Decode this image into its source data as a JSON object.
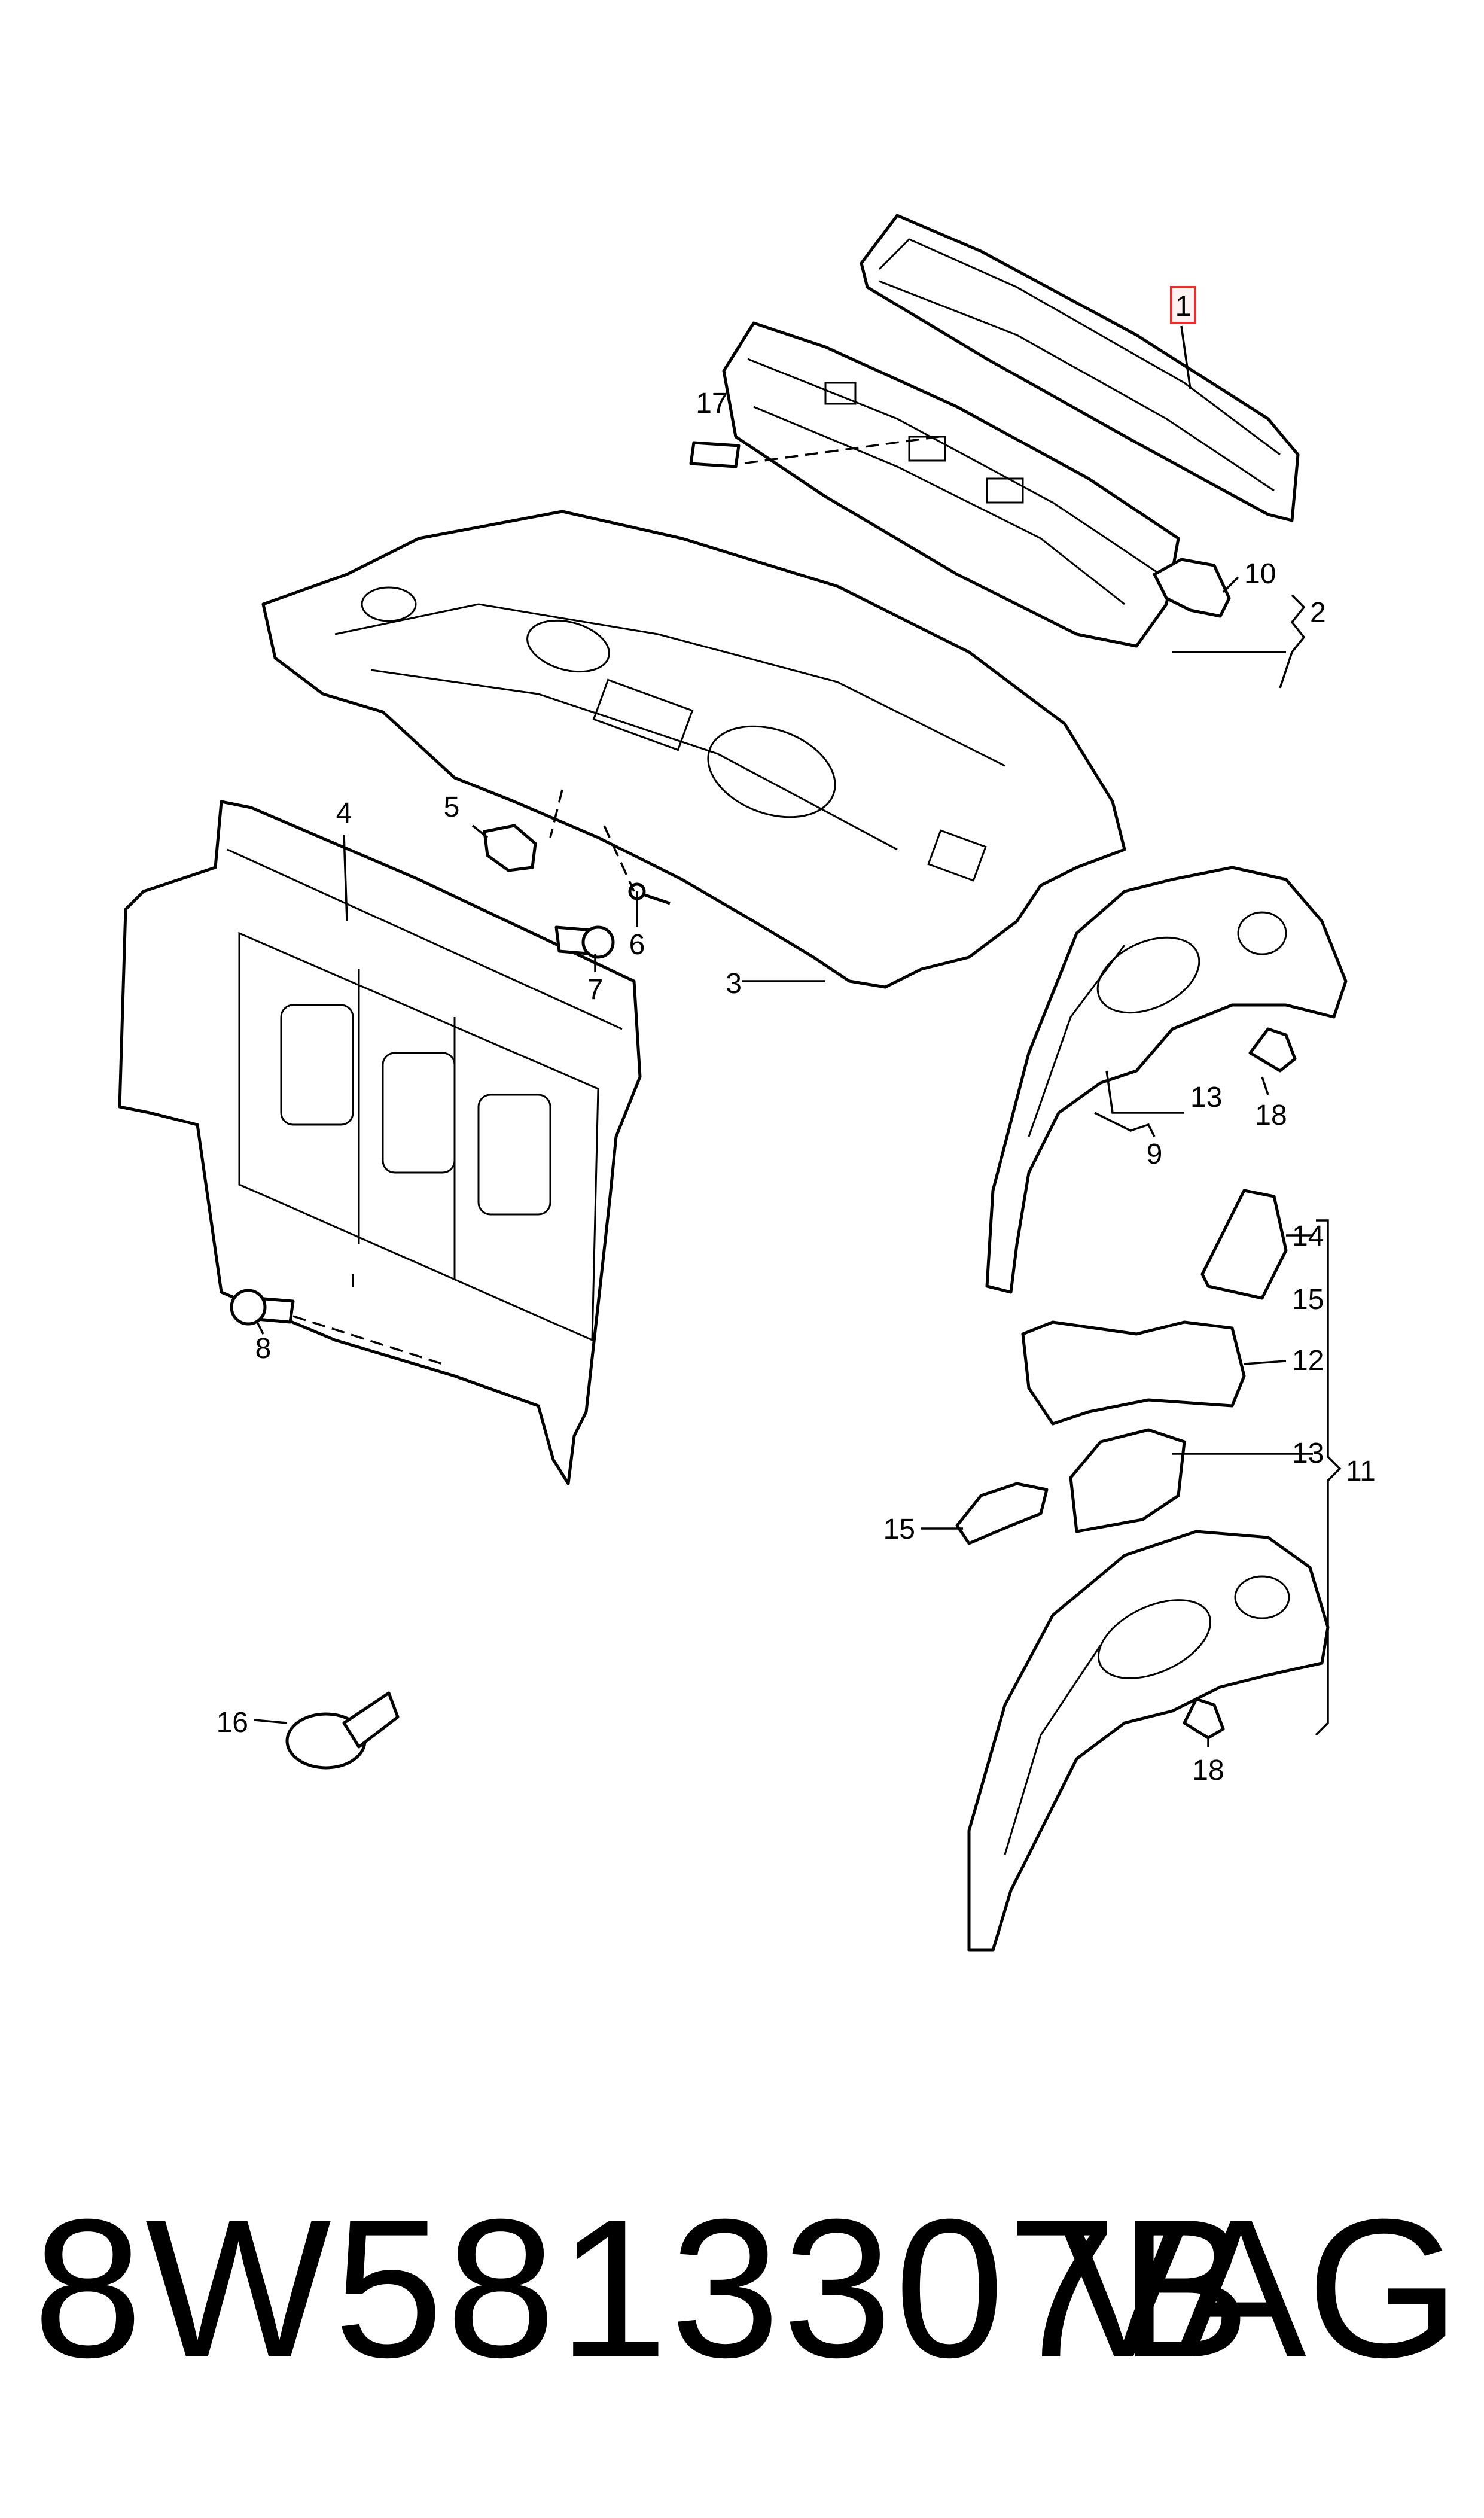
{
  "callouts": [
    {
      "id": "1",
      "label": "1",
      "highlighted": true
    },
    {
      "id": "2",
      "label": "2"
    },
    {
      "id": "3",
      "label": "3"
    },
    {
      "id": "4",
      "label": "4"
    },
    {
      "id": "5",
      "label": "5"
    },
    {
      "id": "6",
      "label": "6"
    },
    {
      "id": "7",
      "label": "7"
    },
    {
      "id": "8",
      "label": "8"
    },
    {
      "id": "9",
      "label": "9"
    },
    {
      "id": "10",
      "label": "10"
    },
    {
      "id": "11",
      "label": "11"
    },
    {
      "id": "12",
      "label": "12"
    },
    {
      "id": "13a",
      "label": "13"
    },
    {
      "id": "13b",
      "label": "13"
    },
    {
      "id": "14",
      "label": "14"
    },
    {
      "id": "15a",
      "label": "15"
    },
    {
      "id": "15b",
      "label": "15"
    },
    {
      "id": "16",
      "label": "16"
    },
    {
      "id": "17",
      "label": "17"
    },
    {
      "id": "18a",
      "label": "18"
    },
    {
      "id": "18b",
      "label": "18"
    }
  ],
  "highlight_color": "#e03030",
  "footer": {
    "part_number": "8W5813307B",
    "brand": "VAG"
  }
}
